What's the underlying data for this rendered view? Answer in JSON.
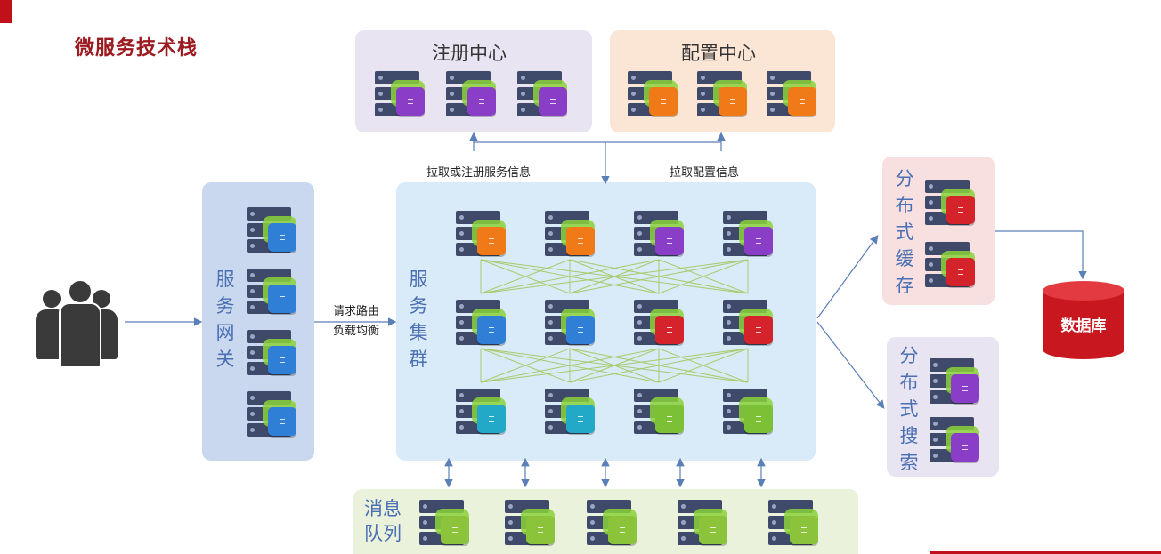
{
  "title": "微服务技术栈",
  "registry": {
    "title": "注册中心",
    "colors": [
      "#8a3ec8",
      "#8a3ec8",
      "#8a3ec8"
    ]
  },
  "config": {
    "title": "配置中心",
    "colors": [
      "#f07a18",
      "#f07a18",
      "#f07a18"
    ]
  },
  "gateway": {
    "label": "服务网关",
    "colors": [
      "#2f7fd6",
      "#2f7fd6",
      "#2f7fd6",
      "#2f7fd6"
    ]
  },
  "cluster": {
    "label": "服务集群",
    "rows": [
      [
        "#f07a18",
        "#f07a18",
        "#8a3ec8",
        "#8a3ec8"
      ],
      [
        "#2f7fd6",
        "#2f7fd6",
        "#d4232a",
        "#d4232a"
      ],
      [
        "#23a9c8",
        "#23a9c8",
        "#7cc035",
        "#7cc035"
      ]
    ]
  },
  "cache": {
    "label": "分布式缓存",
    "colors": [
      "#d4232a",
      "#d4232a"
    ]
  },
  "search": {
    "label": "分布式搜索",
    "colors": [
      "#8a3ec8",
      "#8a3ec8"
    ]
  },
  "mq": {
    "label_line1": "消息",
    "label_line2": "队列",
    "colors": [
      "#8bc43a",
      "#8bc43a",
      "#8bc43a",
      "#8bc43a",
      "#8bc43a"
    ]
  },
  "database": {
    "label": "数据库"
  },
  "edges": {
    "pull_register": "拉取或注册服务信息",
    "pull_config": "拉取配置信息",
    "routing_line1": "请求路由",
    "routing_line2": "负载均衡"
  },
  "users": {
    "icon": "users-group-icon"
  }
}
